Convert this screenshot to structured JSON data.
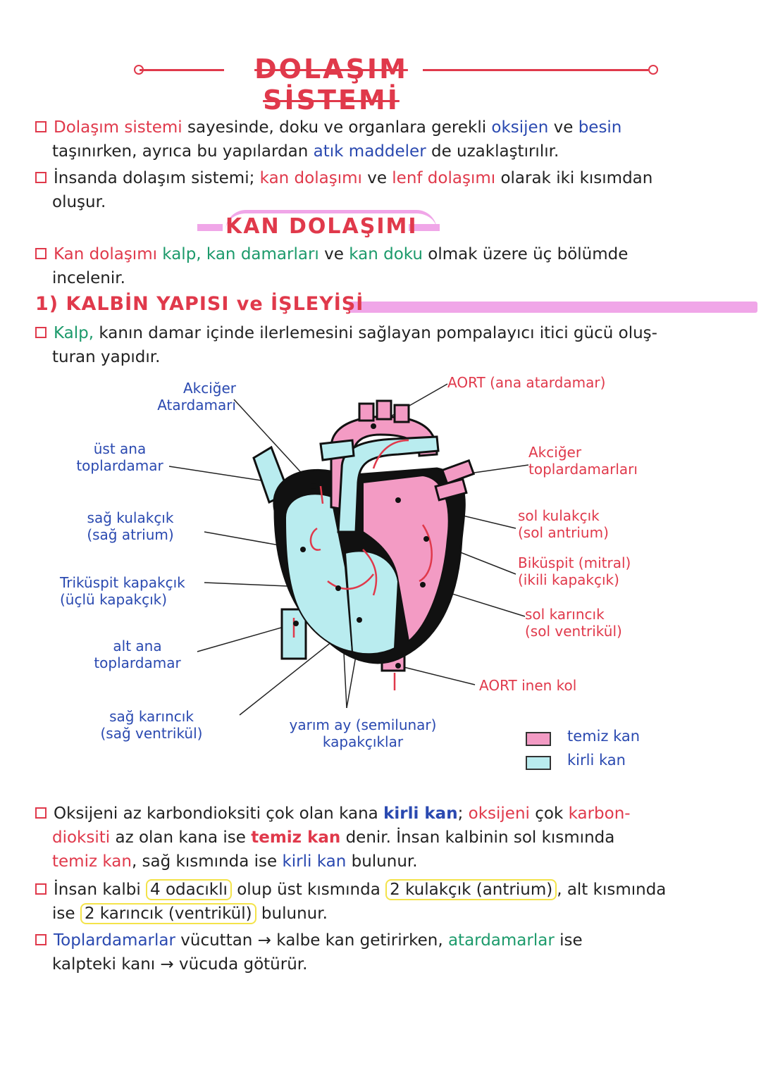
{
  "title": "DOLAŞIM SİSTEMİ",
  "intro": {
    "p1": {
      "a": "Dolaşım sistemi",
      "b": " sayesinde, doku ve organlara gerekli ",
      "c": "oksijen",
      "d": " ve ",
      "e": "besin",
      "f": "taşınırken, ayrıca bu yapılardan ",
      "g": "atık maddeler",
      "h": " de uzaklaştırılır."
    },
    "p2": {
      "a": "İnsanda dolaşım sistemi; ",
      "b": "kan dolaşımı",
      "c": " ve ",
      "d": "lenf dolaşımı",
      "e": " olarak iki kısımdan",
      "f": "oluşur."
    }
  },
  "kan_heading": "KAN DOLAŞIMI",
  "kan_para": {
    "a": "Kan dolaşımı",
    "b": "  kalp, ",
    "c": "kan damarları",
    "d": " ve ",
    "e": "kan doku",
    "f": " olmak üzere üç bölümde",
    "g": "incelenir."
  },
  "section1": {
    "title": "1) KALBİN YAPISI ve İŞLEYİŞİ",
    "p": {
      "a": "Kalp,",
      "b": " kanın damar içinde ilerlemesini sağlayan pompalayıcı itici gücü oluş-",
      "c": "turan yapıdır."
    }
  },
  "diagram": {
    "labels": {
      "akciger_atardamari": [
        "Akciğer",
        "Atardamarı"
      ],
      "aort": "AORT (ana atardamar)",
      "ust_ana": [
        "üst ana",
        "toplardamar"
      ],
      "akciger_toplardamarlari": [
        "Akciğer",
        "toplardamarları"
      ],
      "sag_kulakcik": [
        "sağ kulakçık",
        "(sağ atrium)"
      ],
      "sol_kulakcik": [
        "sol kulakçık",
        "(sol antrium)"
      ],
      "trikuspit": [
        "Triküspit kapakçık",
        "(üçlü kapakçık)"
      ],
      "bikuspit": [
        "Biküspit (mitral)",
        "(ikili kapakçık)"
      ],
      "sol_karincik": [
        "sol karıncık",
        "(sol ventrikül)"
      ],
      "alt_ana": [
        "alt ana",
        "toplardamar"
      ],
      "aort_inen": "AORT inen kol",
      "sag_karincik": [
        "sağ karıncık",
        "(sağ ventrikül)"
      ],
      "yarim_ay": [
        "yarım ay (semilunar)",
        "kapakçıklar"
      ]
    },
    "legend": [
      {
        "label": "temiz kan",
        "color": "#f39bc4"
      },
      {
        "label": "kirli kan",
        "color": "#b9ecef"
      }
    ]
  },
  "bottom": {
    "p1": {
      "a": "Oksijeni az karbondioksiti çok olan kana ",
      "b": "kirli kan",
      "c": "; ",
      "d": "oksijeni",
      "e": " çok ",
      "f": "karbon-",
      "g": "dioksiti",
      "h": " az olan kana ise ",
      "i": "temiz kan",
      "j": " denir. İnsan kalbinin sol kısmında",
      "k": "temiz kan",
      "l": ", sağ kısmında ise ",
      "m": "kirli kan",
      "n": " bulunur."
    },
    "p2": {
      "a": "İnsan kalbi ",
      "b": "4 odacıklı",
      "c": " olup üst kısmında ",
      "d": "2 kulakçık (antrium)",
      "e": ", alt kısmında",
      "f": "ise ",
      "g": "2 karıncık (ventrikül)",
      "h": " bulunur."
    },
    "p3": {
      "a": "Toplardamarlar",
      "b": " vücuttan → kalbe kan getirirken, ",
      "c": "atardamarlar",
      "d": " ise",
      "e": "kalpteki kanı → vücuda götürür."
    }
  }
}
